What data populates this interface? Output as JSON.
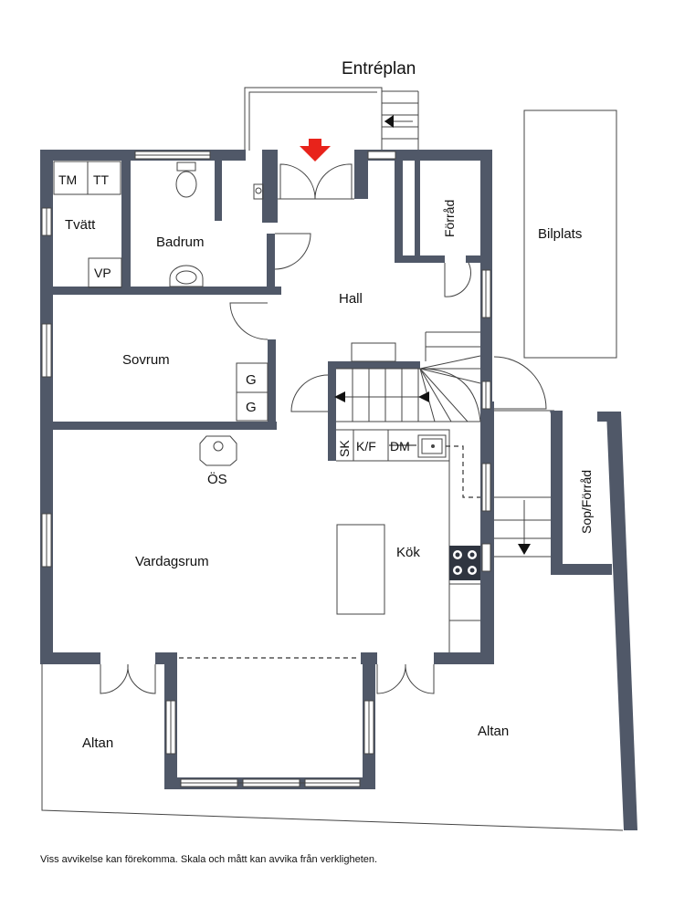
{
  "title": "Entréplan",
  "rooms": {
    "tm": "TM",
    "tt": "TT",
    "tvatt": "Tvätt",
    "badrum": "Badrum",
    "vp": "VP",
    "forrad": "Förråd",
    "bilplats": "Bilplats",
    "hall": "Hall",
    "sovrum": "Sovrum",
    "g1": "G",
    "g2": "G",
    "sk": "SK",
    "kf": "K/F",
    "dm": "DM",
    "os": "ÖS",
    "vardagsrum": "Vardagsrum",
    "kok": "Kök",
    "sopforrad": "Sop/Förråd",
    "altan_left": "Altan",
    "altan_right": "Altan"
  },
  "disclaimer": "Viss avvikelse kan förekomma. Skala och mått kan avvika från verkligheten.",
  "colors": {
    "wall": "#505868",
    "arrow": "#e8231b",
    "line": "#444444"
  }
}
